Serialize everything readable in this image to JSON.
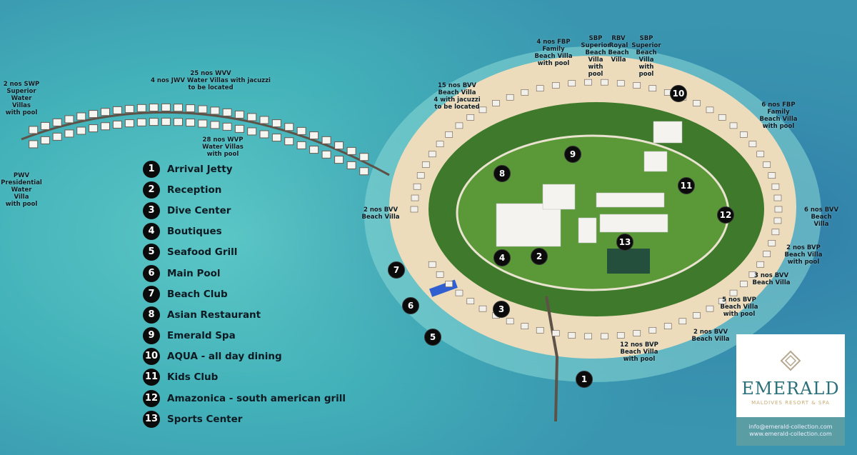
{
  "legend": [
    {
      "num": "1",
      "label": "Arrival Jetty"
    },
    {
      "num": "2",
      "label": "Reception"
    },
    {
      "num": "3",
      "label": "Dive Center"
    },
    {
      "num": "4",
      "label": "Boutiques"
    },
    {
      "num": "5",
      "label": "Seafood Grill"
    },
    {
      "num": "6",
      "label": "Main Pool"
    },
    {
      "num": "7",
      "label": "Beach Club"
    },
    {
      "num": "8",
      "label": "Asian Restaurant"
    },
    {
      "num": "9",
      "label": "Emerald Spa"
    },
    {
      "num": "10",
      "label": "AQUA - all day dining"
    },
    {
      "num": "11",
      "label": "Kids Club"
    },
    {
      "num": "12",
      "label": "Amazonica - south american grill"
    },
    {
      "num": "13",
      "label": "Sports Center"
    }
  ],
  "villa_labels": [
    {
      "text": "2 nos SWP\nSuperior\nWater\nVillas\nwith pool"
    },
    {
      "text": "PWV\nPresidential\nWater\nVilla\nwith pool"
    },
    {
      "text": "25 nos WVV\n4 nos JWV Water Villas with jacuzzi\nto be located"
    },
    {
      "text": "28 nos WVP\nWater Villas\nwith pool"
    },
    {
      "text": "15 nos BVV\nBeach Villa\n4 with jacuzzi\nto be located"
    },
    {
      "text": "4 nos FBP\nFamily\nBeach Villa\nwith pool"
    },
    {
      "text": "SBP\nSuperior\nBeach\nVilla\nwith\npool"
    },
    {
      "text": "RBV\nRoyal\nBeach\nVilla"
    },
    {
      "text": "SBP\nSuperior\nBeach\nVilla\nwith\npool"
    },
    {
      "text": "6 nos FBP\nFamily\nBeach Villa\nwith pool"
    },
    {
      "text": "2 nos BVV\nBeach Villa"
    },
    {
      "text": "6 nos BVV\nBeach Villa"
    },
    {
      "text": "2 nos BVP\nBeach Villa\nwith pool"
    },
    {
      "text": "3 nos BVV\nBeach Villa"
    },
    {
      "text": "5 nos BVP\nBeach Villa\nwith pool"
    },
    {
      "text": "2 nos BVV\nBeach Villa"
    },
    {
      "text": "12 nos BVP\nBeach Villa\nwith pool"
    }
  ],
  "logo": {
    "brand": "EMERALD",
    "tagline": "MALDIVES RESORT & SPA",
    "email": "info@emerald-collection.com",
    "website": "www.emerald-collection.com"
  },
  "colors": {
    "sand": "#ecdcbc",
    "lawn": "#4f8a33",
    "marker": "#0b0b0b",
    "brand": "#2b6f78",
    "gold": "#c8aa72"
  }
}
